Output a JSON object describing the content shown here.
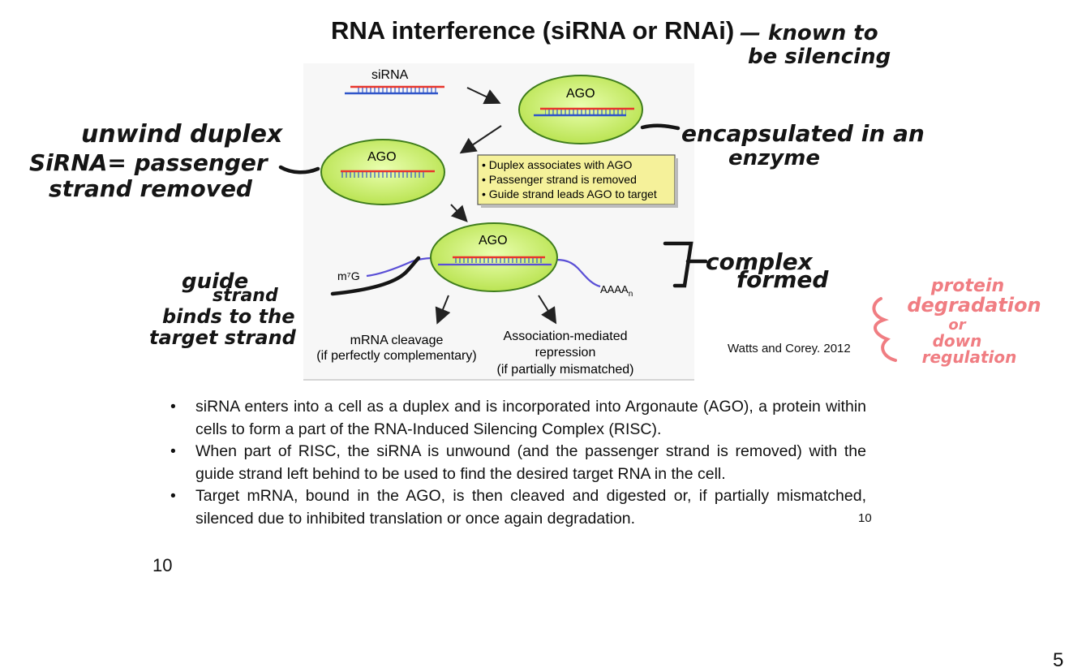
{
  "slide": {
    "title": "RNA interference (siRNA or RNAi)",
    "citation": "Watts and Corey. 2012",
    "slide_number_ref": "10",
    "page_number_left": "10",
    "page_number_corner": "5"
  },
  "diagram": {
    "labels": {
      "sirna": "siRNA",
      "ago_top": "AGO",
      "ago_middle": "AGO",
      "ago_bottom": "AGO",
      "cap": "m⁷G",
      "poly_a": "AAAA",
      "poly_a_sub": "n",
      "cleavage_line1": "mRNA cleavage",
      "cleavage_line2": "(if perfectly complementary)",
      "repression_line1": "Association-mediated",
      "repression_line2": "repression",
      "repression_line3": "(if partially mismatched)"
    },
    "notes": [
      "• Duplex associates with AGO",
      "• Passenger strand is removed",
      "• Guide strand leads AGO to target"
    ]
  },
  "handwriting": {
    "known_line1": "— known to",
    "known_line2": "be silencing",
    "unwind_line1": "unwind duplex",
    "unwind_line2": "SiRNA= passenger",
    "unwind_line3": "strand removed",
    "encap_line1": "encapsulated in an",
    "encap_line2": "enzyme",
    "complex_line1": "complex",
    "complex_line2": "formed",
    "guide_line1": "guide",
    "guide_line2": "strand",
    "guide_line3": "binds to the",
    "guide_line4": "target strand",
    "protein_line1": "protein",
    "protein_line2": "degradation",
    "protein_line3": "or",
    "protein_line4": "down",
    "protein_line5": "regulation"
  },
  "bullets": [
    "siRNA enters into a cell as a duplex and is incorporated into Argonaute (AGO), a protein within cells to form a part of the RNA-Induced Silencing Complex (RISC).",
    "When part of RISC, the siRNA is unwound (and the passenger strand is removed) with the guide strand left behind to be used to find the desired target RNA in the cell.",
    "Target mRNA, bound in the AGO, is then cleaved and digested or, if partially mismatched, silenced due to inhibited translation or once again degradation."
  ],
  "colors": {
    "ago_fill": "#c6ec58",
    "ago_stroke": "#3f7d1c",
    "guide_strand": "#e8352c",
    "passenger_strand": "#2f55c9",
    "mrna": "#5a4fd6",
    "note_fill": "#f5f19a",
    "handwriting_pink": "#f07d82"
  }
}
